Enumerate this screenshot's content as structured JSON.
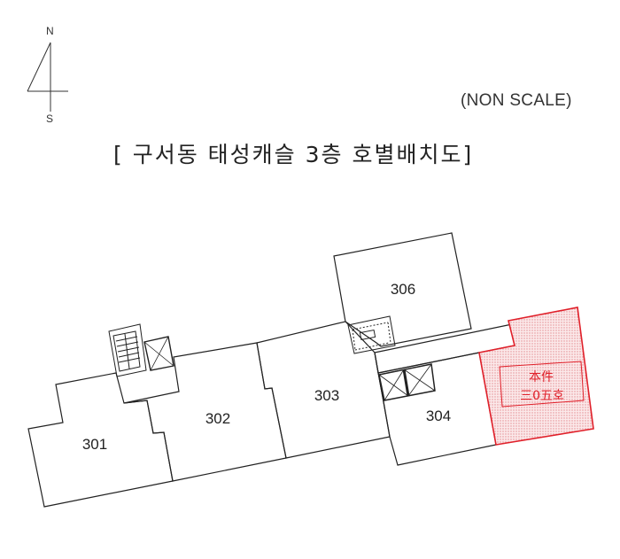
{
  "compass": {
    "north": "N",
    "south": "S"
  },
  "scale_note": "(NON SCALE)",
  "title": "[ 구서동 태성캐슬 3층 호별배치도]",
  "units": [
    {
      "id": "301",
      "label": "301"
    },
    {
      "id": "302",
      "label": "302"
    },
    {
      "id": "303",
      "label": "303"
    },
    {
      "id": "304",
      "label": "304"
    },
    {
      "id": "306",
      "label": "306"
    }
  ],
  "subject_unit": {
    "line1": "本件",
    "line2": "三0五호",
    "highlight_color": "#e0202a",
    "fill_color": "#f6d3d5"
  },
  "colors": {
    "line": "#222222",
    "subject": "#e0202a"
  }
}
